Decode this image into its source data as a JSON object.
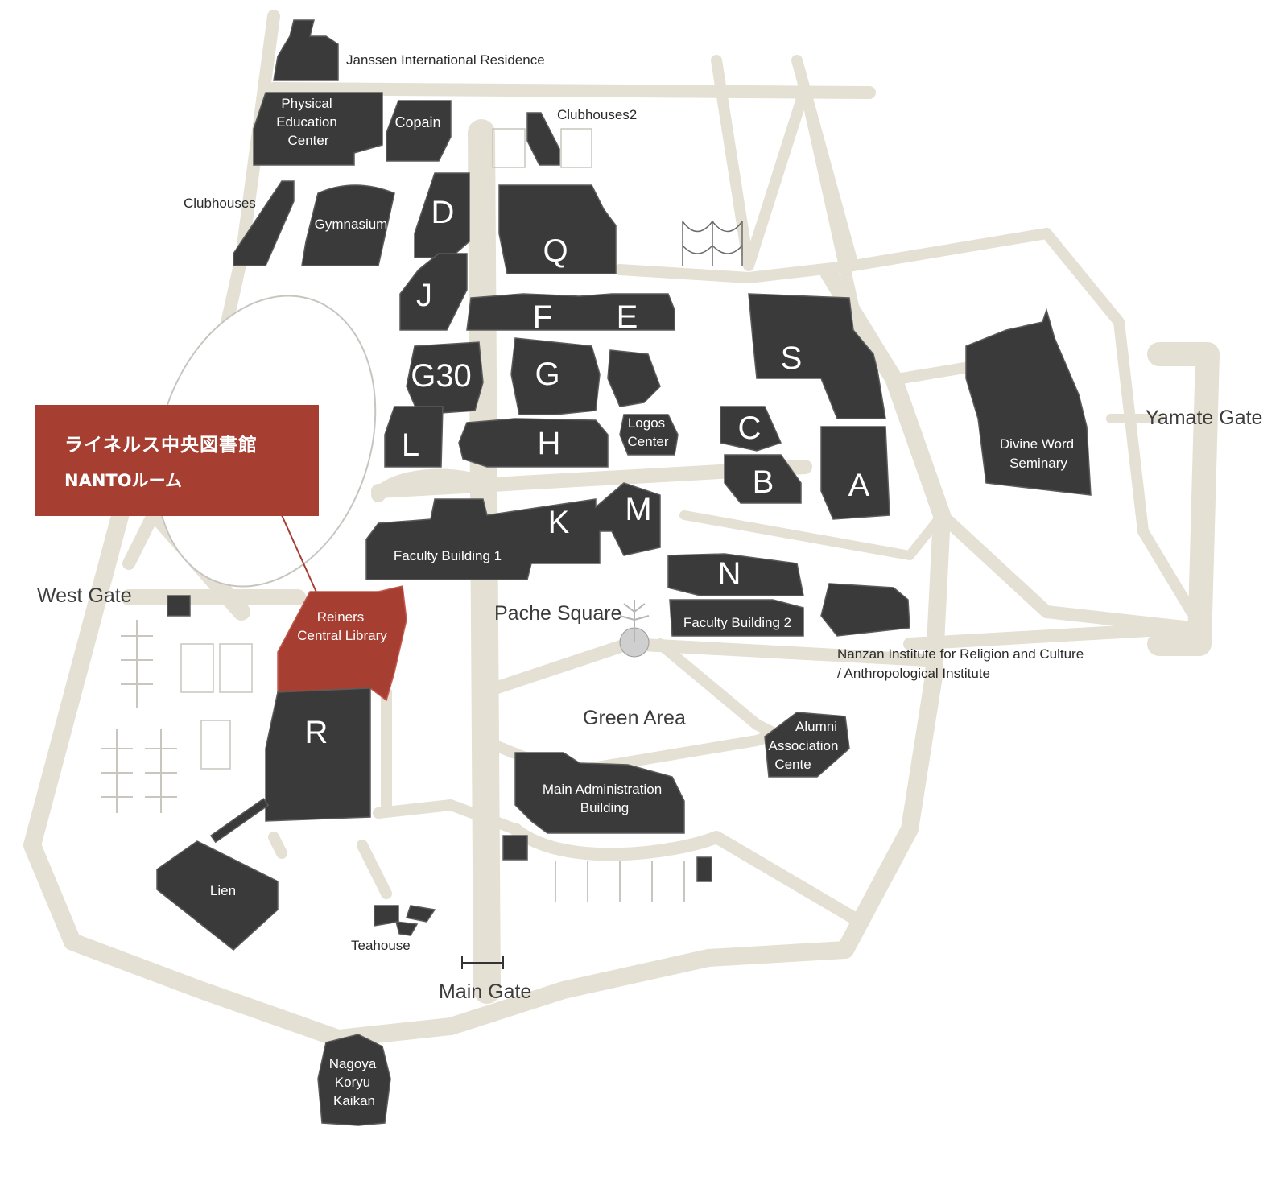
{
  "callout": {
    "line1": "ライネルス中央図書館",
    "line2": "NANTOルーム",
    "color": "#a63e32"
  },
  "buildings": {
    "janssen": "Janssen International Residence",
    "pe_1": "Physical",
    "pe_2": "Education",
    "pe_3": "Center",
    "copain": "Copain",
    "clubhouses2": "Clubhouses2",
    "clubhouses": "Clubhouses",
    "gymnasium": "Gymnasium",
    "d": "D",
    "j": "J",
    "q": "Q",
    "f": "F",
    "e": "E",
    "s": "S",
    "g30": "G30",
    "g": "G",
    "l": "L",
    "h": "H",
    "logos_1": "Logos",
    "logos_2": "Center",
    "c": "C",
    "b": "B",
    "a": "A",
    "k": "K",
    "m": "M",
    "fb1": "Faculty Building 1",
    "n": "N",
    "fb2": "Faculty Building 2",
    "library_1": "Reiners",
    "library_2": "Central Library",
    "r": "R",
    "nanzan_1": "Nanzan Institute for Religion and Culture",
    "nanzan_2": "/ Anthropological Institute",
    "alumni_1": "Alumni",
    "alumni_2": "Association",
    "alumni_3": "Cente",
    "admin_1": "Main Administration",
    "admin_2": "Building",
    "lien": "Lien",
    "teahouse": "Teahouse",
    "divine_1": "Divine Word",
    "divine_2": "Seminary",
    "nagoya_1": "Nagoya",
    "nagoya_2": "Koryu",
    "nagoya_3": "Kaikan"
  },
  "places": {
    "west_gate": "West Gate",
    "main_gate": "Main Gate",
    "yamate_gate": "Yamate Gate",
    "pache_square": "Pache Square",
    "green_area": "Green Area"
  },
  "colors": {
    "road": "#e4e0d3",
    "building": "#3a3a3a",
    "highlight": "#a63e32"
  }
}
